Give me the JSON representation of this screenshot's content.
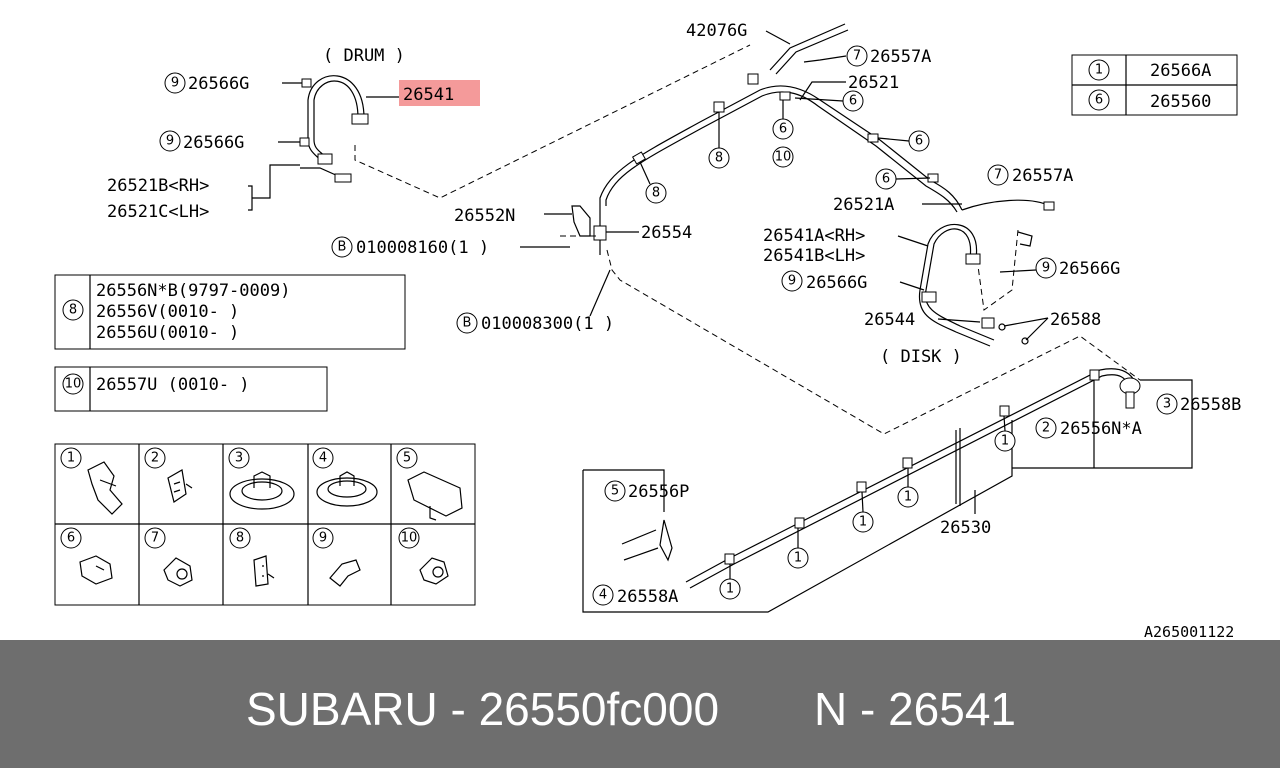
{
  "diagram": {
    "drum_label": "( DRUM )",
    "disk_label": "( DISK )",
    "highlight_part": "26541",
    "highlight_color": "#f49a9a",
    "drawing_code": "A265001122",
    "callouts": {
      "c42076G": "42076G",
      "c26557A_top": "26557A",
      "c26521": "26521",
      "c26566G_a": "26566G",
      "c26566G_b": "26566G",
      "c26521B": "26521B<RH>",
      "c26521C": "26521C<LH>",
      "c26552N": "26552N",
      "c26554": "26554",
      "cB1": "010008160(1 )",
      "cB2": "010008300(1  )",
      "c26521A": "26521A",
      "c26557A_right": "26557A",
      "c26541A": "26541A<RH>",
      "c26541B": "26541B<LH>",
      "c26566G_c": "26566G",
      "c26566G_d": "26566G",
      "c26544": "26544",
      "c26588": "26588",
      "c26558B": "26558B",
      "c26556NA": "26556N*A",
      "c26530": "26530",
      "c26556P": "26556P",
      "c26558A": "26558A"
    },
    "markers": {
      "n7": "7",
      "n6": "6",
      "n8": "8",
      "n9": "9",
      "n10": "10",
      "n1": "1",
      "n2": "2",
      "n3": "3",
      "n4": "4",
      "n5": "5",
      "nB": "B"
    },
    "table_top_right": [
      {
        "ref": "1",
        "part": "26566A"
      },
      {
        "ref": "6",
        "part": "265560"
      }
    ],
    "table_8": {
      "ref": "8",
      "rows": [
        "26556N*B(9797-0009)",
        "26556V(0010-     )",
        "26556U(0010-     )"
      ]
    },
    "table_10": {
      "ref": "10",
      "rows": [
        "26557U (0010-     )"
      ]
    },
    "parts_grid": [
      "1",
      "2",
      "3",
      "4",
      "5",
      "6",
      "7",
      "8",
      "9",
      "10"
    ]
  },
  "footer": {
    "left": "SUBARU - 26550fc000",
    "right": "N - 26541",
    "background": "#6e6e6e"
  }
}
